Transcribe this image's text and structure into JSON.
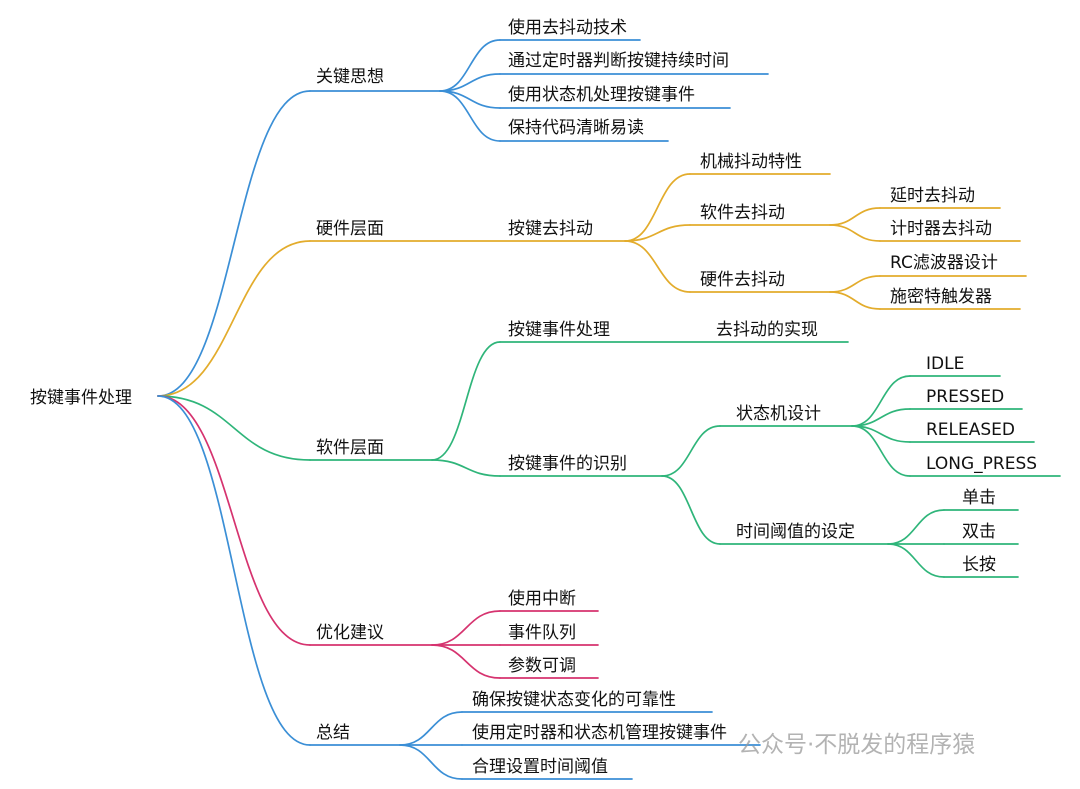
{
  "mindmap": {
    "root": "按键事件处理",
    "colors": {
      "key_ideas": "#3b8fd6",
      "hardware": "#e3ac2c",
      "software": "#2fb57a",
      "optimization": "#d6336f",
      "summary": "#3b8fd6"
    },
    "branches": [
      {
        "label": "关键思想",
        "children": [
          {
            "label": "使用去抖动技术"
          },
          {
            "label": "通过定时器判断按键持续时间"
          },
          {
            "label": "使用状态机处理按键事件"
          },
          {
            "label": "保持代码清晰易读"
          }
        ]
      },
      {
        "label": "硬件层面",
        "children": [
          {
            "label": "按键去抖动",
            "children": [
              {
                "label": "机械抖动特性"
              },
              {
                "label": "软件去抖动",
                "children": [
                  {
                    "label": "延时去抖动"
                  },
                  {
                    "label": "计时器去抖动"
                  }
                ]
              },
              {
                "label": "硬件去抖动",
                "children": [
                  {
                    "label": "RC滤波器设计"
                  },
                  {
                    "label": "施密特触发器"
                  }
                ]
              }
            ]
          }
        ]
      },
      {
        "label": "软件层面",
        "children": [
          {
            "label": "按键事件处理",
            "children": [
              {
                "label": "去抖动的实现"
              }
            ]
          },
          {
            "label": "按键事件的识别",
            "children": [
              {
                "label": "状态机设计",
                "children": [
                  {
                    "label": "IDLE"
                  },
                  {
                    "label": "PRESSED"
                  },
                  {
                    "label": "RELEASED"
                  },
                  {
                    "label": "LONG_PRESS"
                  }
                ]
              },
              {
                "label": "时间阈值的设定",
                "children": [
                  {
                    "label": "单击"
                  },
                  {
                    "label": "双击"
                  },
                  {
                    "label": "长按"
                  }
                ]
              }
            ]
          }
        ]
      },
      {
        "label": "优化建议",
        "children": [
          {
            "label": "使用中断"
          },
          {
            "label": "事件队列"
          },
          {
            "label": "参数可调"
          }
        ]
      },
      {
        "label": "总结",
        "children": [
          {
            "label": "确保按键状态变化的可靠性"
          },
          {
            "label": "使用定时器和状态机管理按键事件"
          },
          {
            "label": "合理设置时间阈值"
          }
        ]
      }
    ],
    "watermark": "公众号·不脱发的程序猿"
  }
}
